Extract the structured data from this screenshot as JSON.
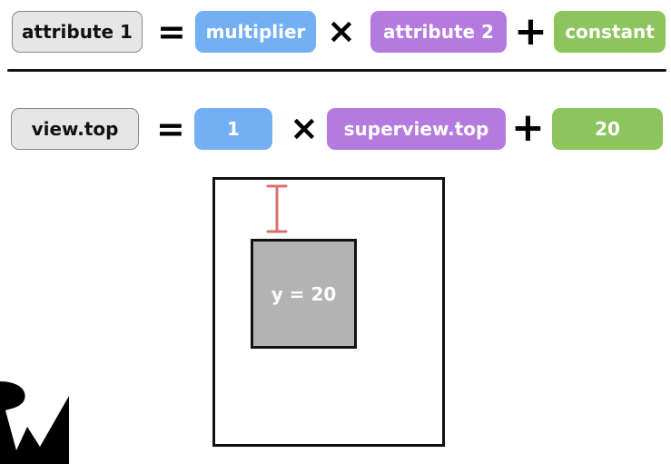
{
  "formula": {
    "attribute1": "attribute 1",
    "equals": "=",
    "multiplier": "multiplier",
    "times": "×",
    "attribute2": "attribute 2",
    "plus": "+",
    "constant": "constant"
  },
  "example": {
    "attribute1": "view.top",
    "equals": "=",
    "multiplier": "1",
    "times": "×",
    "attribute2": "superview.top",
    "plus": "+",
    "constant": "20"
  },
  "illustration": {
    "subview_label": "y = 20"
  },
  "colors": {
    "multiplier": "#74aef3",
    "attribute2": "#b57ae0",
    "constant": "#8cc45e",
    "spacing_marker": "#d9706e",
    "subview": "#b3b3b3"
  }
}
